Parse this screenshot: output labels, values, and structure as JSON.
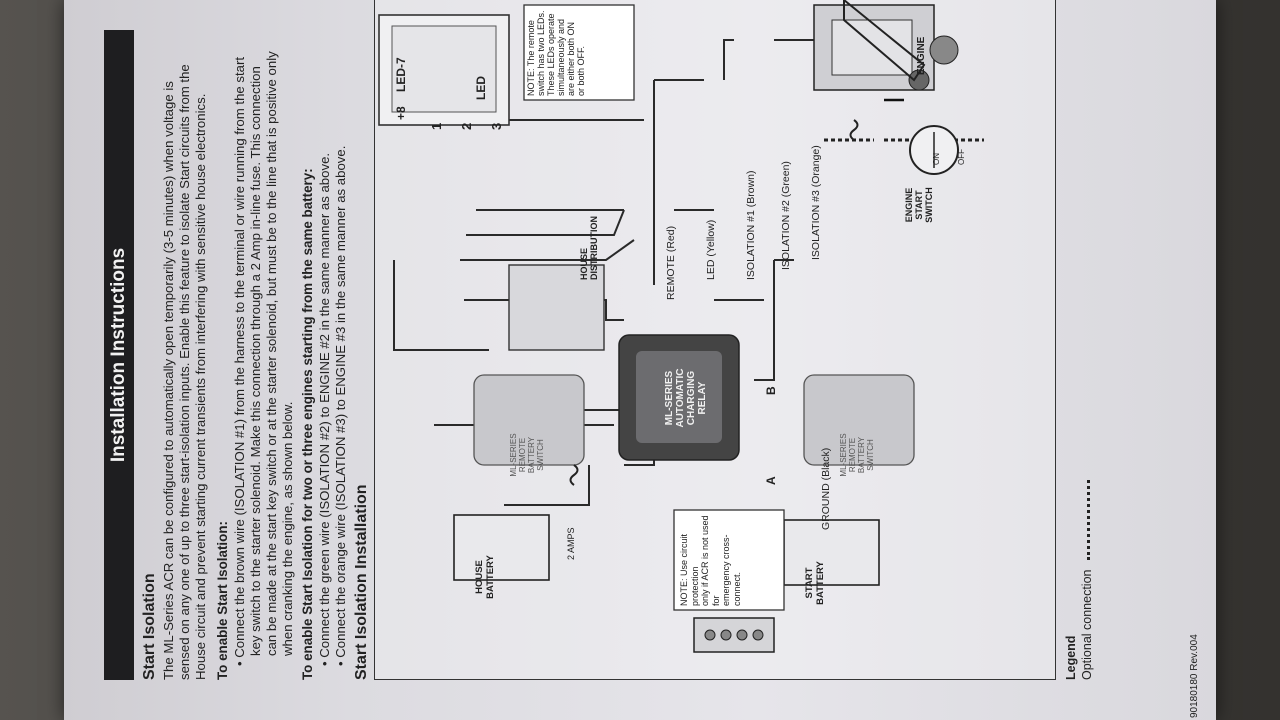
{
  "header": {
    "title": "Installation Instructions"
  },
  "start_isolation": {
    "heading": "Start Isolation",
    "lines": [
      "The ML-Series ACR can be configured to automatically open temporarily (3-5 minutes) when voltage is",
      "sensed on any one of up to three start-isolation inputs. Enable this feature to isolate Start circuits from the",
      "House circuit and prevent starting current transients from interfering with sensitive house electronics."
    ]
  },
  "enable_start": {
    "heading": "To enable Start Isolation:",
    "lines": [
      "• Connect the brown wire (ISOLATION #1) from the harness to the terminal or wire running from the start",
      "key switch to the starter solenoid. Make this connection through a 2 Amp in-line fuse. This connection",
      "can be made at the start key switch or at the starter solenoid, but must be to the line that is positive only",
      "when cranking the engine, as shown below."
    ]
  },
  "enable_two_three": {
    "heading": "To enable Start Isolation for two or three engines starting from the same battery:",
    "lines": [
      "• Connect the green wire (ISOLATION #2) to ENGINE #2 in the same manner as above.",
      "• Connect the orange wire (ISOLATION #3) to ENGINE #3 in the same manner as above."
    ]
  },
  "install_heading": "Start Isolation Installation",
  "diagram": {
    "note_remote": [
      "NOTE: The remote",
      "switch has two LEDs.",
      "These LEDs operate",
      "simultaneously and",
      "are either both ON",
      "or both OFF."
    ],
    "remote_pins": [
      "+8",
      "LED",
      "-7",
      "1",
      "2",
      "3",
      "LED"
    ],
    "engine_label": "ENGINE",
    "house_distribution": [
      "HOUSE",
      "DISTRIBUTION"
    ],
    "wires": {
      "remote": "REMOTE (Red)",
      "led": "LED (Yellow)",
      "iso1": "ISOLATION #1 (Brown)",
      "iso2": "ISOLATION #2 (Green)",
      "iso3": "ISOLATION #3 (Orange)",
      "ground": "GROUND (Black)"
    },
    "relay_label": [
      "ML-SERIES",
      "AUTOMATIC",
      "CHARGING",
      "RELAY"
    ],
    "relay_terminals": [
      "A",
      "B"
    ],
    "remote_battery_switch": [
      "ML-SERIES",
      "REMOTE",
      "BATTERY",
      "SWITCH"
    ],
    "fuse_label": "2 AMPS",
    "house_battery": [
      "HOUSE",
      "BATTERY"
    ],
    "start_battery": [
      "START",
      "BATTERY"
    ],
    "engine_start_switch": [
      "ENGINE",
      "START",
      "SWITCH"
    ],
    "switch_on": "ON",
    "switch_off": "OFF",
    "note_circuit": [
      "NOTE: Use circuit protection",
      "only if ACR is not used for",
      "emergency cross-connect."
    ]
  },
  "legend": {
    "title": "Legend",
    "optional": "Optional connection"
  },
  "doc_number": "90180180 Rev.004"
}
